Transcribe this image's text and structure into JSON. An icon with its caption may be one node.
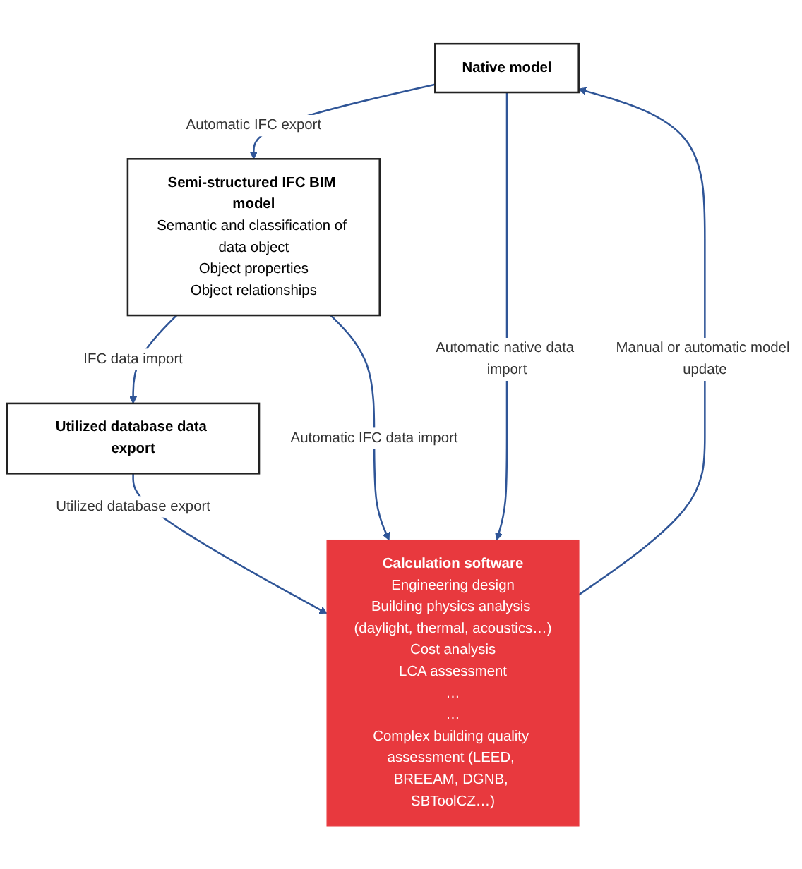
{
  "diagram": {
    "nodes": [
      {
        "text": [
          "Native model"
        ]
      },
      {
        "text": [
          "Semi-structured IFC BIM model",
          "Semantic and classification of data object",
          "Object properties",
          "Object relationships"
        ]
      },
      {
        "text": [
          "Utilized database data export"
        ]
      },
      {
        "text": [
          "Calculation software",
          "Engineering design",
          "Building physics analysis (daylight, thermal, acoustics…)",
          "Cost analysis",
          "LCA assessment",
          "…",
          "…",
          "Complex building quality assessment (LEED, BREEAM, DGNB, SBToolCZ…)"
        ]
      }
    ],
    "edges": [
      {
        "from": 0,
        "to": 1,
        "arrow": "to",
        "label": "Automatic IFC export"
      },
      {
        "from": 1,
        "to": 2,
        "arrow": "to",
        "label": "IFC data import"
      },
      {
        "from": 2,
        "to": 3,
        "arrow": "to",
        "label": "Utilized database export"
      },
      {
        "from": 1,
        "to": 3,
        "arrow": "to",
        "label": "Automatic IFC data import"
      },
      {
        "from": 0,
        "to": 3,
        "arrow": "to",
        "label": "Automatic native data import"
      },
      {
        "from": 3,
        "to": 0,
        "arrow": "to",
        "label": "Manual or automatic model update"
      }
    ]
  }
}
